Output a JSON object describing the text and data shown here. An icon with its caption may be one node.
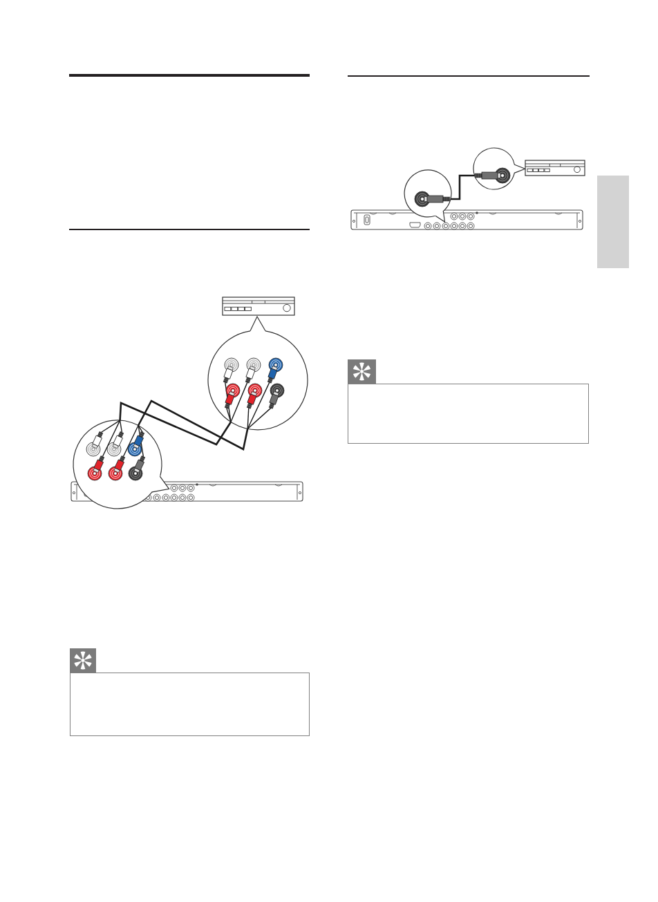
{
  "diagram": {
    "nodes": [
      {
        "text": [],
        "shape": "circle"
      },
      {
        "text": [],
        "shape": "circle"
      },
      {
        "text": [],
        "shape": "box"
      },
      {
        "text": [],
        "shape": "circle"
      },
      {
        "text": [],
        "shape": "circle"
      },
      {
        "text": [],
        "shape": "box"
      },
      {
        "text": [],
        "shape": "box"
      }
    ],
    "edges": [
      {
        "from": 1,
        "to": 0,
        "arrow": "none"
      },
      {
        "from": 1,
        "to": 0,
        "arrow": "none"
      },
      {
        "from": 3,
        "to": 4,
        "arrow": "none"
      }
    ]
  }
}
